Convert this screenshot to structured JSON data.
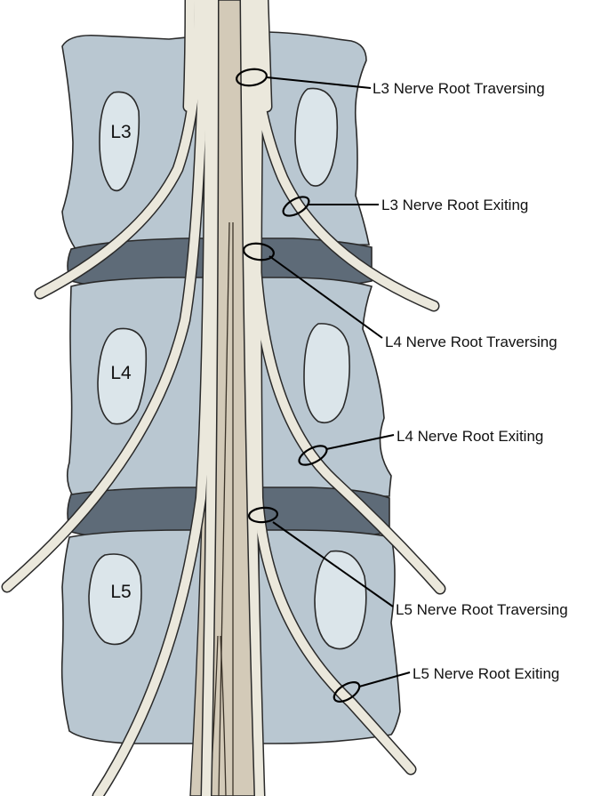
{
  "colors": {
    "vertebra": "#b9c7d1",
    "disc": "#5e6b78",
    "pedicle": "#dbe5ea",
    "nerve": "#ebe8dc",
    "cauda": "#d3cab8",
    "outline": "#2a2a2a"
  },
  "vertebrae": [
    {
      "name": "L3"
    },
    {
      "name": "L4"
    },
    {
      "name": "L5"
    }
  ],
  "callouts": [
    {
      "text": "L3 Nerve Root Traversing"
    },
    {
      "text": "L3 Nerve Root Exiting"
    },
    {
      "text": "L4 Nerve Root Traversing"
    },
    {
      "text": "L4 Nerve Root Exiting"
    },
    {
      "text": "L5 Nerve Root Traversing"
    },
    {
      "text": "L5 Nerve Root Exiting"
    }
  ]
}
